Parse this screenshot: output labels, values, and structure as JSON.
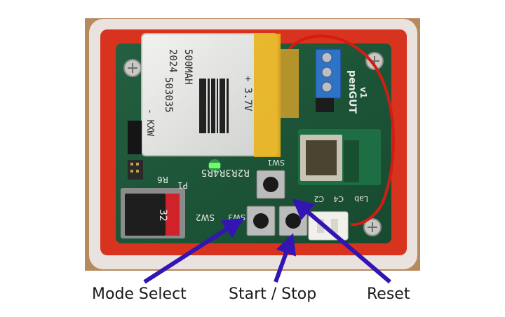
{
  "photo": {
    "description_icon": "pcb-device-photo",
    "colors": {
      "enclosure_outer": "#e9e2de",
      "enclosure_inner": "#d8331f",
      "pcb": "#1f5a3a",
      "battery": "#e6e7e5",
      "battery_tape": "#e9b21a",
      "terminal_block": "#2f73c9",
      "arrow": "#3315b3"
    },
    "battery_text": {
      "line1": "- KXW",
      "line2": "503035",
      "line3": "+ 3.7V",
      "line4": "500MAH",
      "line5": "2024"
    },
    "board_text": {
      "name": "penGUT",
      "version": "v1",
      "lab": "Lab",
      "sw1": "SW1",
      "sw2": "SW2",
      "sw3": "SW3",
      "c2": "C2",
      "c4": "C4",
      "resistors": "R2R3R4R5",
      "r6": "R6",
      "p1": "P1",
      "sd_text": "32"
    }
  },
  "callouts": {
    "mode": "Mode Select",
    "start": "Start / Stop",
    "reset": "Reset"
  }
}
